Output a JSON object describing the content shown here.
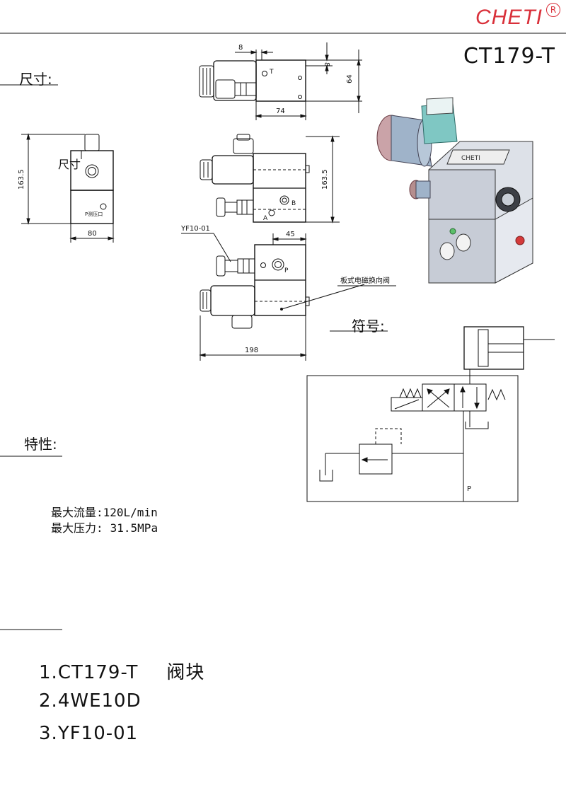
{
  "brand": {
    "name": "CHETI",
    "registered": "R"
  },
  "model": "CT179-T",
  "sections": {
    "dimensions": "尺寸:",
    "symbol": "符号:",
    "characteristics": "特性:"
  },
  "specs": {
    "flow_label": "最大流量:",
    "flow_value": "120L/min",
    "pressure_label": "最大压力:",
    "pressure_value": "31.5MPa"
  },
  "drawing": {
    "dim_8_h": "8",
    "dim_8_v": "8",
    "dim_64": "64",
    "dim_74": "74",
    "dim_163_left": "163.5",
    "dim_163_mid": "163.5",
    "dim_80": "80",
    "dim_45": "45",
    "dim_198": "198",
    "port_T": "T",
    "port_A": "A",
    "port_B": "B",
    "port_P": "P",
    "relief_label": "YF10-01",
    "valve_callout": "板式电磁换向阀",
    "gauge_port": "P测压口",
    "side_text": "尺寸",
    "symbol_P": "P",
    "nameplate": "CHETI"
  },
  "parts": [
    {
      "number": "1.",
      "code": "CT179-T",
      "name": "阀块"
    },
    {
      "number": "2.",
      "code": "4WE10D",
      "name": ""
    },
    {
      "number": "3.",
      "code": "YF10-01",
      "name": ""
    }
  ],
  "colors": {
    "brand": "#d9303a",
    "line": "#111111"
  }
}
